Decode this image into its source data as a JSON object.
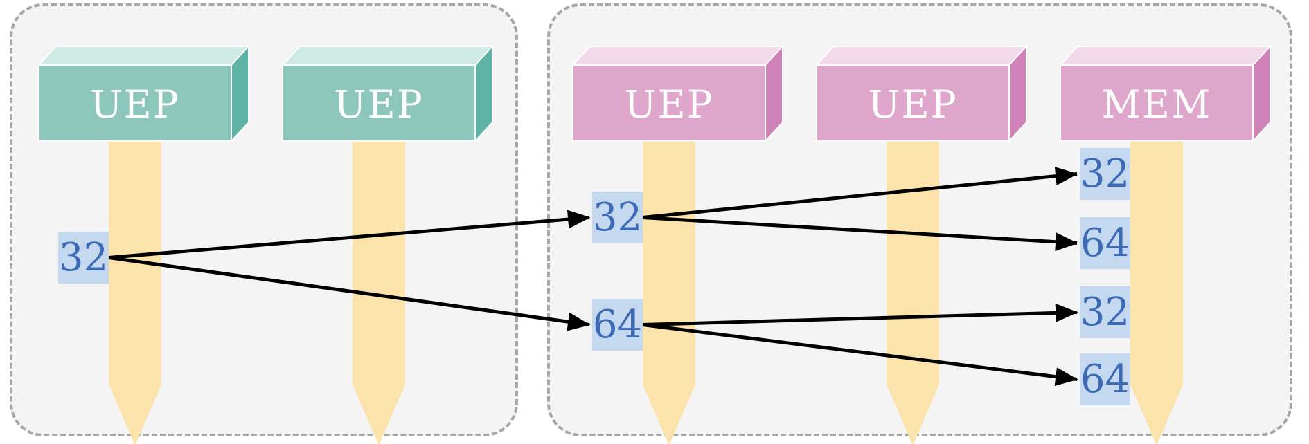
{
  "colors": {
    "panel_bg": "#f4f4f5",
    "panel_border": "#a7a7a7",
    "teal_front": "#8dc7bb",
    "teal_top": "#cfe9e4",
    "teal_side": "#5db4a5",
    "pink_front": "#dfa6cb",
    "pink_top": "#f4d9eb",
    "pink_side": "#ce82b7",
    "shaft": "#fbe3ab",
    "tag_bg": "#c4d8f0",
    "tag_text": "#3d6ab4",
    "arrow": "#000000"
  },
  "left_panel": {
    "boxes": [
      {
        "label": "UEP"
      },
      {
        "label": "UEP"
      }
    ],
    "tags": [
      {
        "id": "src-32",
        "text": "32"
      }
    ]
  },
  "right_panel": {
    "boxes": [
      {
        "label": "UEP"
      },
      {
        "label": "UEP"
      },
      {
        "label": "MEM"
      }
    ],
    "tags": [
      {
        "id": "enc-32",
        "text": "32"
      },
      {
        "id": "enc-64",
        "text": "64"
      },
      {
        "id": "mem-32a",
        "text": "32"
      },
      {
        "id": "mem-64a",
        "text": "64"
      },
      {
        "id": "mem-32b",
        "text": "32"
      },
      {
        "id": "mem-64b",
        "text": "64"
      }
    ]
  },
  "edges": [
    {
      "from": "src-32",
      "to": "enc-32"
    },
    {
      "from": "src-32",
      "to": "enc-64"
    },
    {
      "from": "enc-32",
      "to": "mem-32a"
    },
    {
      "from": "enc-32",
      "to": "mem-64a"
    },
    {
      "from": "enc-64",
      "to": "mem-32b"
    },
    {
      "from": "enc-64",
      "to": "mem-64b"
    }
  ]
}
